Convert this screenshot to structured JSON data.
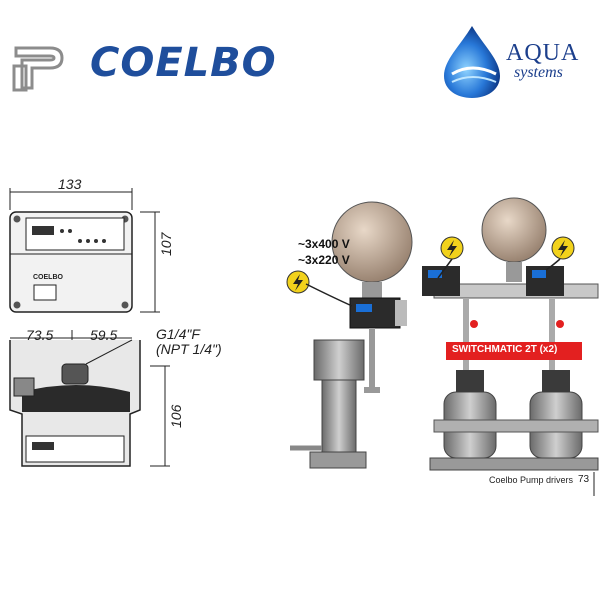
{
  "brand": {
    "coelbo_name": "COELBO",
    "coelbo_color": "#1f4e9c",
    "aqua_name": "AQUA",
    "aqua_sub": "systems",
    "aqua_color": "#1c3f8c"
  },
  "drawing": {
    "dim_width": "133",
    "dim_height_top": "107",
    "dim_left": "73.5",
    "dim_right": "59.5",
    "dim_height_side": "106",
    "thread_label": "G1/4\"F",
    "thread_npt": "(NPT 1/4\")",
    "panel_brand": "COELBO"
  },
  "system": {
    "voltage_1": "~3x400 V",
    "voltage_2": "~3x220 V",
    "switch_label": "SWITCHMATIC 2T (x2)",
    "accent_color": "#e32020",
    "lightning_color": "#f2d21c"
  },
  "footer": {
    "caption": "Coelbo Pump drivers",
    "page_number": "73"
  }
}
